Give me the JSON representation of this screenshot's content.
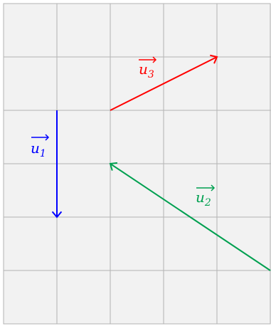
{
  "grid": {
    "background": "#f2f2f2",
    "line_color": "#b3b3b3",
    "columns": 5,
    "rows": 6
  },
  "vectors": [
    {
      "id": "u1",
      "base": "u",
      "subscript": "1",
      "color": "#0000ff",
      "from": [
        1,
        4
      ],
      "to": [
        1,
        2
      ]
    },
    {
      "id": "u2",
      "base": "u",
      "subscript": "2",
      "color": "#00a050",
      "from": [
        5,
        1
      ],
      "to": [
        2,
        3
      ]
    },
    {
      "id": "u3",
      "base": "u",
      "subscript": "3",
      "color": "#ff0000",
      "from": [
        2,
        4
      ],
      "to": [
        4,
        5
      ]
    }
  ]
}
